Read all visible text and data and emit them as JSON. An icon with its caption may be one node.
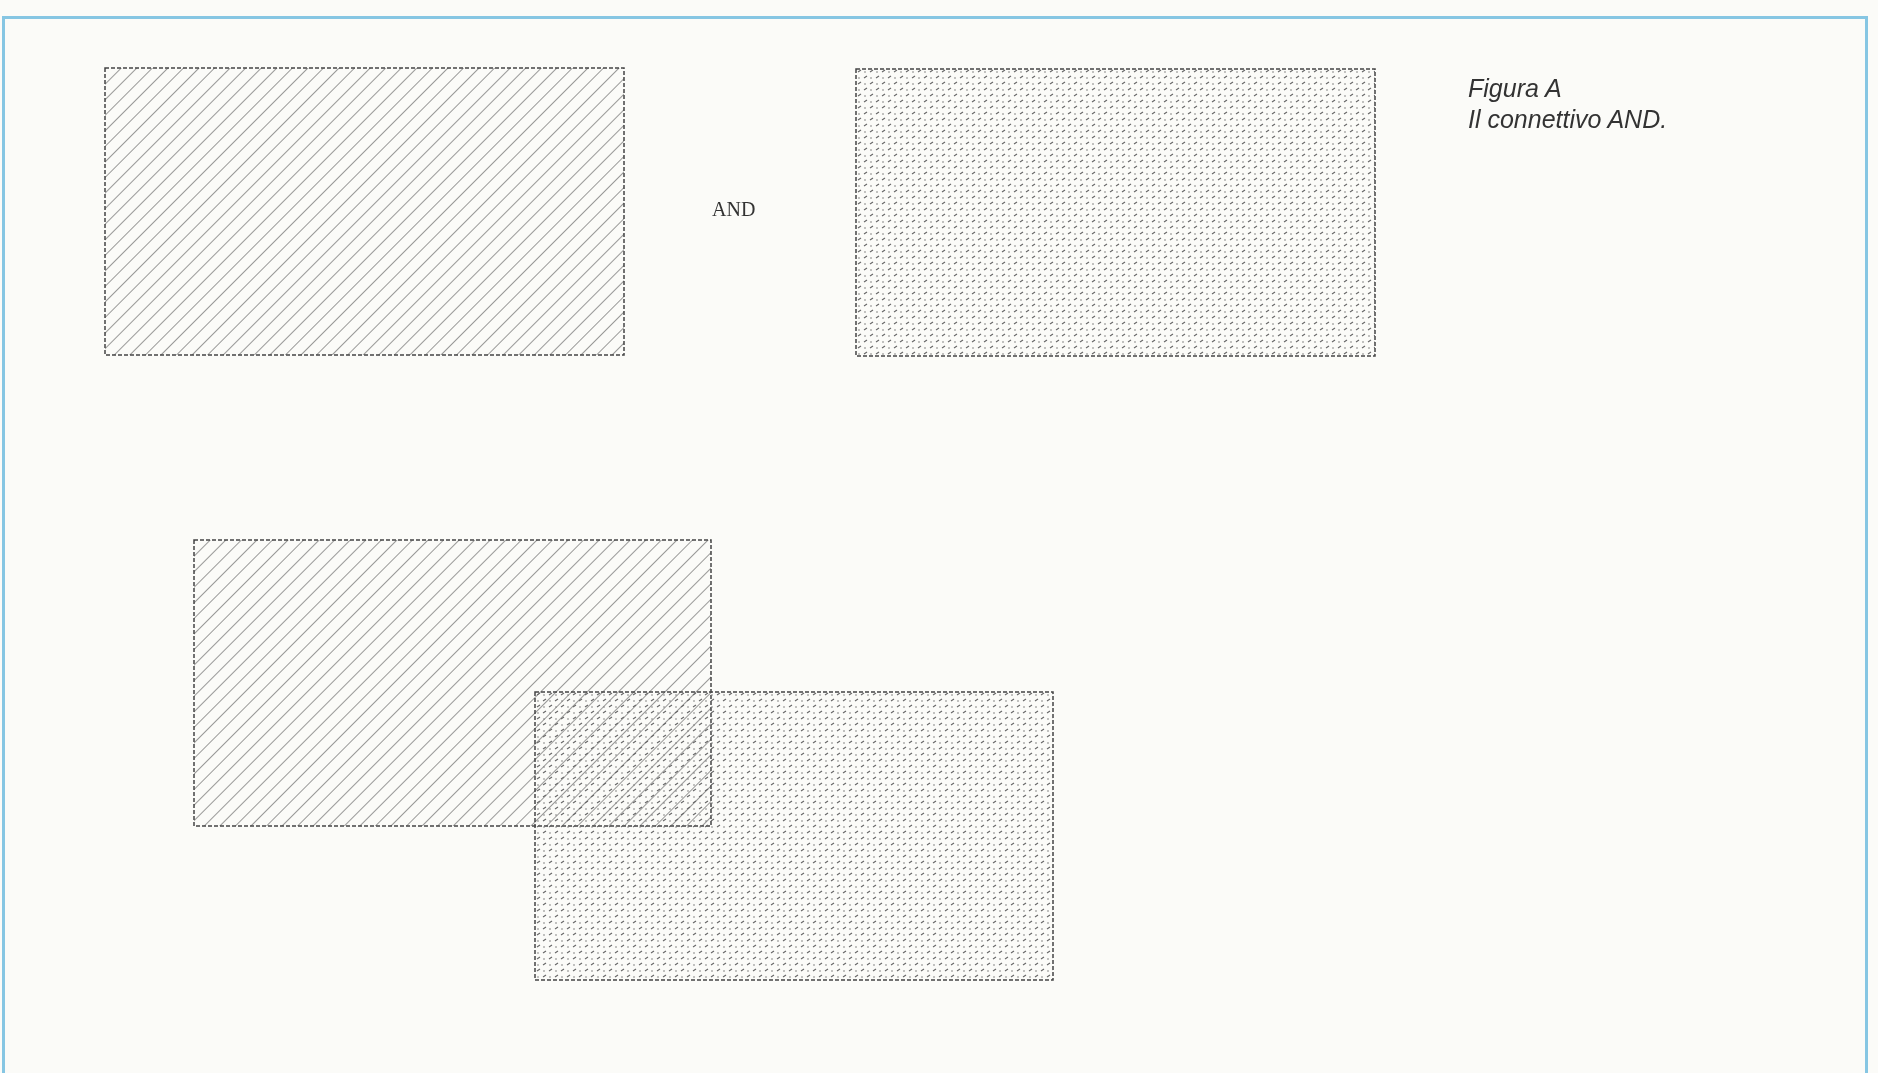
{
  "diagram": {
    "title": "Figura A",
    "caption": "Il connettivo AND.",
    "nodes": [
      {
        "text": [],
        "shape": "box"
      },
      {
        "text": [],
        "shape": "box"
      },
      {
        "text": [],
        "shape": "box"
      },
      {
        "text": [],
        "shape": "box"
      }
    ],
    "labels": [
      "AND"
    ]
  }
}
